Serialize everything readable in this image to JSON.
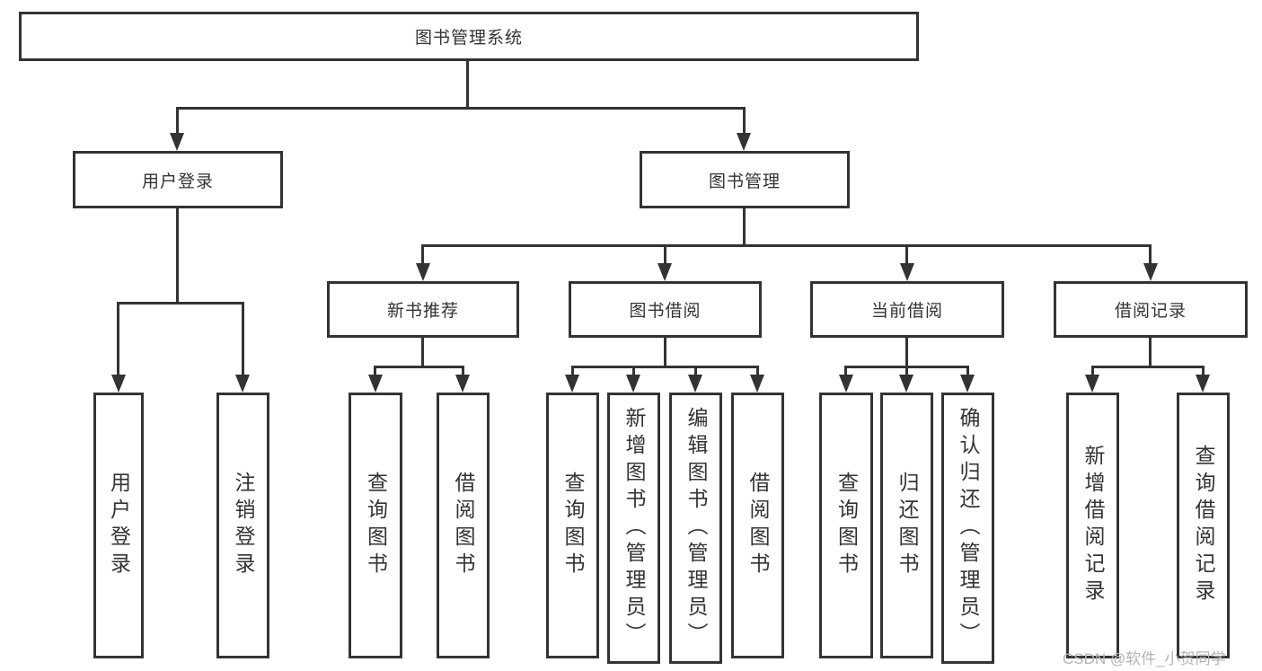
{
  "tree": {
    "root": {
      "label": "图书管理系统"
    },
    "branches": [
      {
        "label": "用户登录",
        "children": [
          {
            "label": "用户登录"
          },
          {
            "label": "注销登录"
          }
        ]
      },
      {
        "label": "图书管理",
        "children": [
          {
            "label": "新书推荐",
            "children": [
              {
                "label": "查询图书"
              },
              {
                "label": "借阅图书"
              }
            ]
          },
          {
            "label": "图书借阅",
            "children": [
              {
                "label": "查询图书"
              },
              {
                "label": "新增图书（管理员）"
              },
              {
                "label": "编辑图书（管理员）"
              },
              {
                "label": "借阅图书"
              }
            ]
          },
          {
            "label": "当前借阅",
            "children": [
              {
                "label": "查询图书"
              },
              {
                "label": "归还图书"
              },
              {
                "label": "确认归还（管理员）"
              }
            ]
          },
          {
            "label": "借阅记录",
            "children": [
              {
                "label": "新增借阅记录"
              },
              {
                "label": "查询借阅记录"
              }
            ]
          }
        ]
      }
    ]
  },
  "watermark": {
    "label": "CSDN @软件_小贺同学"
  },
  "colors": {
    "line": "#333333",
    "text": "#333333",
    "watermark": "#b4b4b7",
    "background": "#ffffff"
  }
}
